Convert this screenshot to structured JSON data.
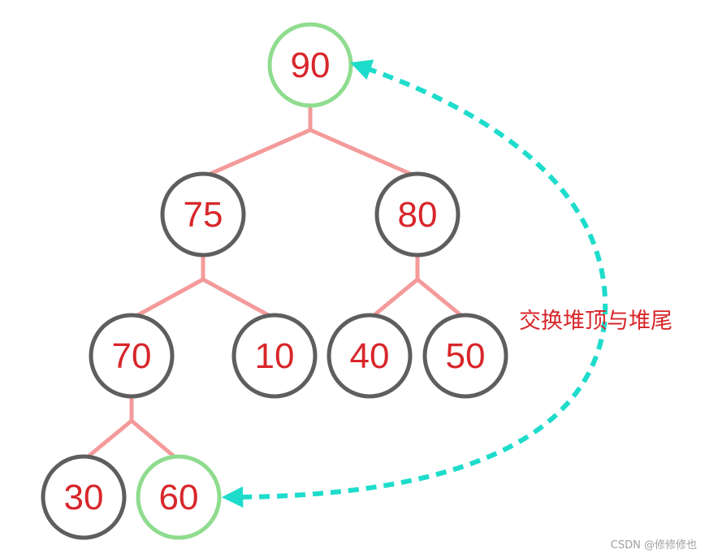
{
  "heap": {
    "nodes": [
      {
        "id": "n0",
        "value": "90",
        "highlight": true
      },
      {
        "id": "n1",
        "value": "75",
        "highlight": false
      },
      {
        "id": "n2",
        "value": "80",
        "highlight": false
      },
      {
        "id": "n3",
        "value": "70",
        "highlight": false
      },
      {
        "id": "n4",
        "value": "10",
        "highlight": false
      },
      {
        "id": "n5",
        "value": "40",
        "highlight": false
      },
      {
        "id": "n6",
        "value": "50",
        "highlight": false
      },
      {
        "id": "n7",
        "value": "30",
        "highlight": false
      },
      {
        "id": "n8",
        "value": "60",
        "highlight": true
      }
    ],
    "edges": [
      [
        "n0",
        "n1"
      ],
      [
        "n0",
        "n2"
      ],
      [
        "n1",
        "n3"
      ],
      [
        "n1",
        "n4"
      ],
      [
        "n2",
        "n5"
      ],
      [
        "n2",
        "n6"
      ],
      [
        "n3",
        "n7"
      ],
      [
        "n3",
        "n8"
      ]
    ]
  },
  "swap_note": "交换堆顶与堆尾",
  "watermark": "CSDN @修修修也",
  "colors": {
    "highlight_ring": "#8fdc8f",
    "normal_ring": "#5e5e5e",
    "edge": "#f49a9a",
    "arrow": "#1edccc",
    "text": "#d8262a"
  }
}
